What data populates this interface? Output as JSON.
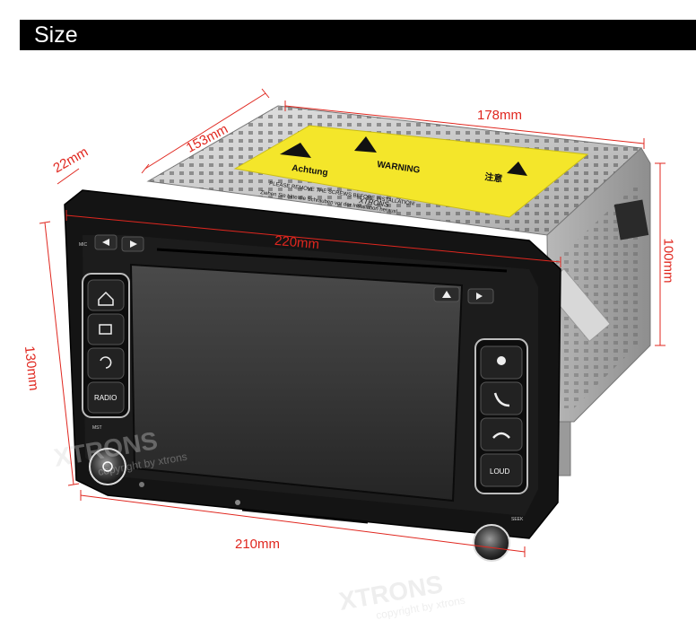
{
  "header": {
    "title": "Size"
  },
  "dimensions": {
    "depth": "153mm",
    "width_top": "178mm",
    "front_depth": "22mm",
    "height_right": "100mm",
    "face_width": "220mm",
    "face_height": "130mm",
    "bottom_width": "210mm"
  },
  "buttons": {
    "radio": "RADIO",
    "loud": "LOUD"
  },
  "small_labels": {
    "mic": "MIC",
    "mst": "MST",
    "seek": "SEEK"
  },
  "label_text": {
    "warning_left": "Achtung",
    "warning_center": "WARNING",
    "warning_right": "注意",
    "instructions": "PLEASE REMOVE THE SCREWS BEFORE INSTALLATION!",
    "instructions_de": "Ziehen Sie bitte die Schrauben vor der Installation heraus!",
    "brand": "XTRONS"
  },
  "watermark": {
    "brand": "XTRONS",
    "copyright": "copyright by xtrons"
  },
  "colors": {
    "dimension": "#e0271f",
    "label_yellow": "#f4e62a",
    "body": "#111111"
  }
}
